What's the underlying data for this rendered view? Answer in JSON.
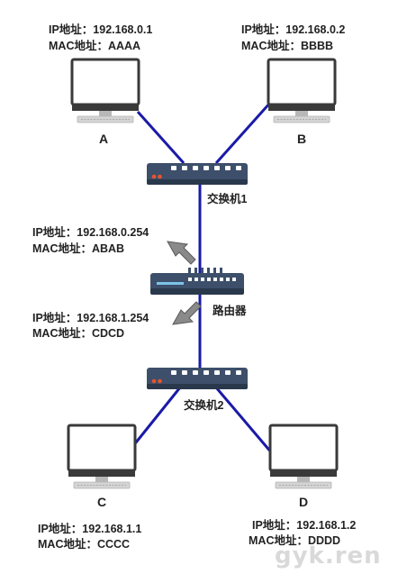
{
  "hosts": {
    "a": {
      "name": "A",
      "ip": "IP地址：192.168.0.1",
      "mac": "MAC地址：AAAA"
    },
    "b": {
      "name": "B",
      "ip": "IP地址：192.168.0.2",
      "mac": "MAC地址：BBBB"
    },
    "c": {
      "name": "C",
      "ip": "IP地址：192.168.1.1",
      "mac": "MAC地址：CCCC"
    },
    "d": {
      "name": "D",
      "ip": "IP地址：192.168.1.2",
      "mac": "MAC地址：DDDD"
    }
  },
  "switches": {
    "s1": {
      "name": "交换机1"
    },
    "s2": {
      "name": "交换机2"
    }
  },
  "router": {
    "name": "路由器",
    "if_upper": {
      "ip": "IP地址：192.168.0.254",
      "mac": "MAC地址：ABAB"
    },
    "if_lower": {
      "ip": "IP地址：192.168.1.254",
      "mac": "MAC地址：CDCD"
    }
  },
  "watermark": "gyk.ren",
  "colors": {
    "link": "#1a1aa8",
    "device": "#2b3d55",
    "arrow": "#8a8a8a"
  }
}
